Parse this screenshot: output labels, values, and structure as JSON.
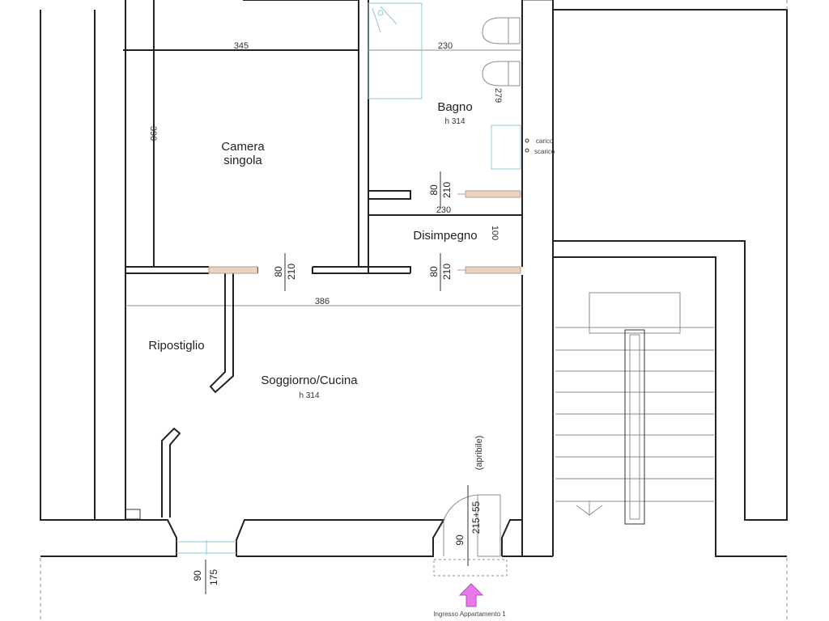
{
  "rooms": {
    "camera": {
      "line1": "Camera",
      "line2": "singola"
    },
    "bagno": {
      "name": "Bagno",
      "height": "h 314"
    },
    "disimpegno": {
      "name": "Disimpegno"
    },
    "ripostiglio": {
      "name": "Ripostiglio"
    },
    "soggiorno": {
      "name": "Soggiorno/Cucina",
      "height": "h 314"
    }
  },
  "dimensions": {
    "camera_width": "345",
    "bagno_width": "230",
    "camera_depth": "390",
    "bagno_depth": "279",
    "disimpegno_width": "230",
    "disimpegno_depth": "100",
    "soggiorno_width": "386"
  },
  "doors": {
    "bagno": {
      "w": "80",
      "h": "210"
    },
    "camera": {
      "w": "80",
      "h": "210"
    },
    "disimpegno": {
      "w": "80",
      "h": "210"
    },
    "entrance": {
      "w": "90",
      "h": "215+55",
      "note": "(apribile)"
    },
    "window": {
      "w": "90",
      "h": "175"
    }
  },
  "fixtures": {
    "carico": "carico",
    "scarico": "scarico"
  },
  "entrance_label": "Ingresso Appartamento 1",
  "colors": {
    "arrow": "#e879ec",
    "door_leaf": "#e9d3c3",
    "glazing": "#8cc8d8"
  }
}
